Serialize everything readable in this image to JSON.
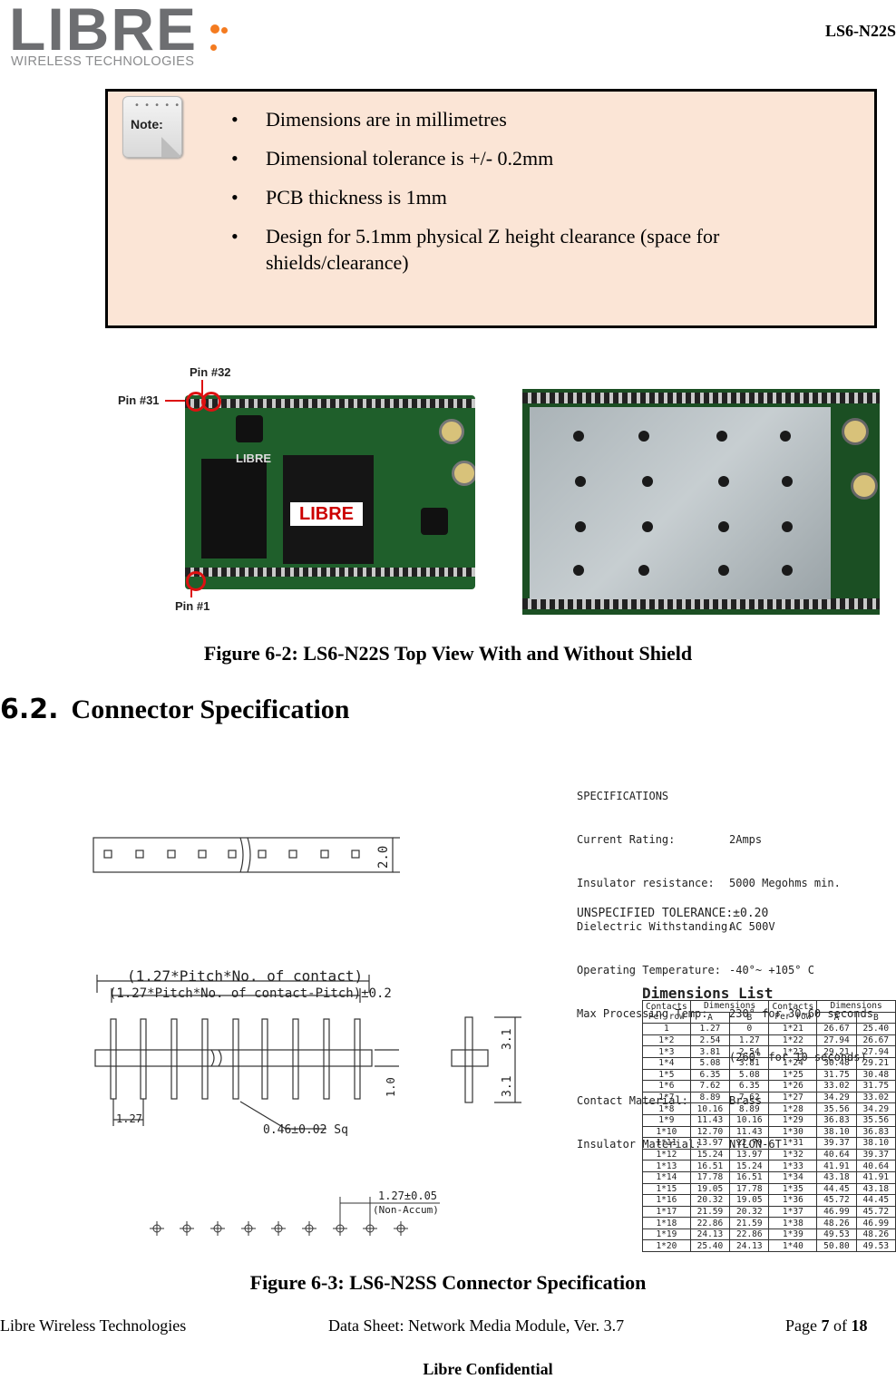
{
  "header": {
    "logo_wordmark": "LIBRE",
    "logo_tagline": "WIRELESS TECHNOLOGIES",
    "doc_code": "LS6-N22S"
  },
  "note": {
    "icon_label": "Note:",
    "items": [
      "Dimensions are in millimetres",
      "Dimensional tolerance is +/- 0.2mm",
      "PCB thickness is 1mm",
      "Design for 5.1mm physical Z height clearance (space for shields/clearance)"
    ]
  },
  "figure1": {
    "pin_labels": {
      "pin32": "Pin #32",
      "pin31": "Pin #31",
      "pin1": "Pin #1"
    },
    "board_label": "LIBRE",
    "chip_label": "LIBRE",
    "caption": "Figure 6-2: LS6-N22S Top View With and Without Shield"
  },
  "section": {
    "number": "6.2.",
    "title": "Connector Specification"
  },
  "drawing": {
    "height_dim": "2.0",
    "length_formula_top": "(1.27*Pitch*No. of  contact)",
    "length_formula_bottom": "(1.27*Pitch*No. of  contact-Pitch)±0.2",
    "pitch_dim": "1.27",
    "pin_size": "0.46±0.02 Sq",
    "board_dim": "1.0",
    "side_dim_top": "3.1",
    "side_dim_bottom": "3.1",
    "accum_dim": "1.27±0.05",
    "accum_note": "(Non-Accum)"
  },
  "specifications": {
    "title": "SPECIFICATIONS",
    "rows": [
      {
        "key": "Current Rating:",
        "value": "2Amps"
      },
      {
        "key": "Insulator resistance:",
        "value": "5000 Megohms min."
      },
      {
        "key": "Dielectric Withstanding:",
        "value": "AC 500V"
      },
      {
        "key": "Operating Temperature:",
        "value": "-40°~ +105° C"
      },
      {
        "key": "Max Processing Temp:",
        "value": "230° for 30~60 seconds"
      },
      {
        "key": "",
        "value": "(260° for 10 seconds)"
      },
      {
        "key": "Contact Material:",
        "value": "Brass"
      },
      {
        "key": "Insulator Material:",
        "value": "NYLON-6T"
      }
    ],
    "tolerance": "UNSPECIFIED TOLERANCE:±0.20"
  },
  "dimensions_list": {
    "title": "Dimensions  List",
    "headers": {
      "contacts": "Contacts Per row",
      "dimensions": "Dimensions",
      "a": "A",
      "b": "B"
    },
    "left": [
      [
        "1",
        "1.27",
        "0"
      ],
      [
        "1*2",
        "2.54",
        "1.27"
      ],
      [
        "1*3",
        "3.81",
        "2.54"
      ],
      [
        "1*4",
        "5.08",
        "3.81"
      ],
      [
        "1*5",
        "6.35",
        "5.08"
      ],
      [
        "1*6",
        "7.62",
        "6.35"
      ],
      [
        "1*7",
        "8.89",
        "7.62"
      ],
      [
        "1*8",
        "10.16",
        "8.89"
      ],
      [
        "1*9",
        "11.43",
        "10.16"
      ],
      [
        "1*10",
        "12.70",
        "11.43"
      ],
      [
        "1*11",
        "13.97",
        "12.70"
      ],
      [
        "1*12",
        "15.24",
        "13.97"
      ],
      [
        "1*13",
        "16.51",
        "15.24"
      ],
      [
        "1*14",
        "17.78",
        "16.51"
      ],
      [
        "1*15",
        "19.05",
        "17.78"
      ],
      [
        "1*16",
        "20.32",
        "19.05"
      ],
      [
        "1*17",
        "21.59",
        "20.32"
      ],
      [
        "1*18",
        "22.86",
        "21.59"
      ],
      [
        "1*19",
        "24.13",
        "22.86"
      ],
      [
        "1*20",
        "25.40",
        "24.13"
      ]
    ],
    "right": [
      [
        "1*21",
        "26.67",
        "25.40"
      ],
      [
        "1*22",
        "27.94",
        "26.67"
      ],
      [
        "1*23",
        "29.21",
        "27.94"
      ],
      [
        "1*24",
        "30.48",
        "29.21"
      ],
      [
        "1*25",
        "31.75",
        "30.48"
      ],
      [
        "1*26",
        "33.02",
        "31.75"
      ],
      [
        "1*27",
        "34.29",
        "33.02"
      ],
      [
        "1*28",
        "35.56",
        "34.29"
      ],
      [
        "1*29",
        "36.83",
        "35.56"
      ],
      [
        "1*30",
        "38.10",
        "36.83"
      ],
      [
        "1*31",
        "39.37",
        "38.10"
      ],
      [
        "1*32",
        "40.64",
        "39.37"
      ],
      [
        "1*33",
        "41.91",
        "40.64"
      ],
      [
        "1*34",
        "43.18",
        "41.91"
      ],
      [
        "1*35",
        "44.45",
        "43.18"
      ],
      [
        "1*36",
        "45.72",
        "44.45"
      ],
      [
        "1*37",
        "46.99",
        "45.72"
      ],
      [
        "1*38",
        "48.26",
        "46.99"
      ],
      [
        "1*39",
        "49.53",
        "48.26"
      ],
      [
        "1*40",
        "50.80",
        "49.53"
      ]
    ]
  },
  "figure2": {
    "caption": "Figure 6-3: LS6-N2SS Connector Specification"
  },
  "footer": {
    "company": "Libre Wireless Technologies",
    "doc": "Data Sheet: Network Media Module, Ver. 3.7",
    "page_word": "Page",
    "page": "7",
    "of_word": "of",
    "total": "18",
    "confidential": "Libre Confidential"
  }
}
